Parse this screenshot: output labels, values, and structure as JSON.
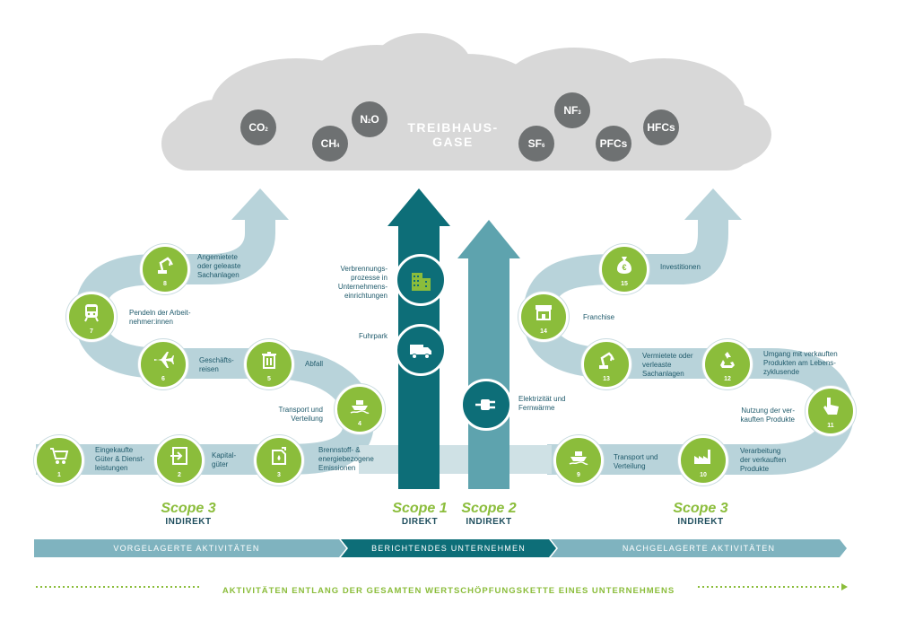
{
  "cloud": {
    "title_line1": "TREIBHAUS-",
    "title_line2": "GASE",
    "gases": [
      {
        "main": "CO",
        "sub": "2"
      },
      {
        "main": "CH",
        "sub": "4"
      },
      {
        "main": "N",
        "sub": "2",
        "tail": "O"
      },
      {
        "main": "SF",
        "sub": "6"
      },
      {
        "main": "NF",
        "sub": "3"
      },
      {
        "main": "PFCs",
        "sub": ""
      },
      {
        "main": "HFCs",
        "sub": ""
      }
    ]
  },
  "activities": {
    "a1": {
      "num": "1",
      "label": "Eingekaufte Güter & Dienst-leistungen",
      "icon": "shopping-cart-icon"
    },
    "a2": {
      "num": "2",
      "label": "Kapital-güter",
      "icon": "box-arrow-icon"
    },
    "a3": {
      "num": "3",
      "label": "Brennstoff- & energiebezogene Emissionen",
      "icon": "fuel-can-icon"
    },
    "a4": {
      "num": "4",
      "label": "Transport und Verteilung",
      "icon": "ship-icon"
    },
    "a5": {
      "num": "5",
      "label": "Abfall",
      "icon": "trash-icon"
    },
    "a6": {
      "num": "6",
      "label": "Geschäfts-reisen",
      "icon": "airplane-icon"
    },
    "a7": {
      "num": "7",
      "label": "Pendeln der Arbeit-nehmer:innen",
      "icon": "train-icon"
    },
    "a8": {
      "num": "8",
      "label": "Angemietete oder geleaste Sachanlagen",
      "icon": "robot-arm-icon"
    },
    "a9": {
      "num": "9",
      "label": "Transport und Verteilung",
      "icon": "ship-icon"
    },
    "a10": {
      "num": "10",
      "label": "Verarbeitung der verkauften Produkte",
      "icon": "factory-icon"
    },
    "a11": {
      "num": "11",
      "label": "Nutzung der ver-kauften Produkte",
      "icon": "hand-pointer-icon"
    },
    "a12": {
      "num": "12",
      "label": "Umgang mit verkauften Produkten am Lebens-zyklusende",
      "icon": "recycle-icon"
    },
    "a13": {
      "num": "13",
      "label": "Vermietete oder verleaste Sachanlagen",
      "icon": "robot-arm-icon"
    },
    "a14": {
      "num": "14",
      "label": "Franchise",
      "icon": "shop-icon"
    },
    "a15": {
      "num": "15",
      "label": "Investitionen",
      "icon": "money-bag-euro-icon"
    }
  },
  "direct": {
    "buildings": {
      "label": "Verbrennungs-prozesse in Unternehmens-einrichtungen",
      "icon": "building-icon"
    },
    "fleet": {
      "label": "Fuhrpark",
      "icon": "truck-icon"
    },
    "electricity": {
      "label": "Elektrizität und Fernwärme",
      "icon": "plug-icon"
    }
  },
  "scopes": {
    "left": {
      "title": "Scope 3",
      "sub": "INDIREKT"
    },
    "s1": {
      "title": "Scope 1",
      "sub": "DIREKT"
    },
    "s2": {
      "title": "Scope 2",
      "sub": "INDIREKT"
    },
    "right": {
      "title": "Scope 3",
      "sub": "INDIREKT"
    }
  },
  "bars": {
    "upstream": "VORGELAGERTE AKTIVITÄTEN",
    "reporting": "BERICHTENDES UNTERNEHMEN",
    "downstream": "NACHGELAGERTE AKTIVITÄTEN"
  },
  "footer": "AKTIVITÄTEN ENTLANG DER GESAMTEN WERTSCHÖPFUNGSKETTE EINES UNTERNEHMENS",
  "colors": {
    "green": "#8bbd3b",
    "teal_dark": "#0d6e78",
    "teal_mid": "#5ea3ae",
    "path_light": "#b8d3da",
    "cloud": "#d8d8d8",
    "gas_circle": "#6e7172",
    "text_dark": "#1f4f5e"
  }
}
